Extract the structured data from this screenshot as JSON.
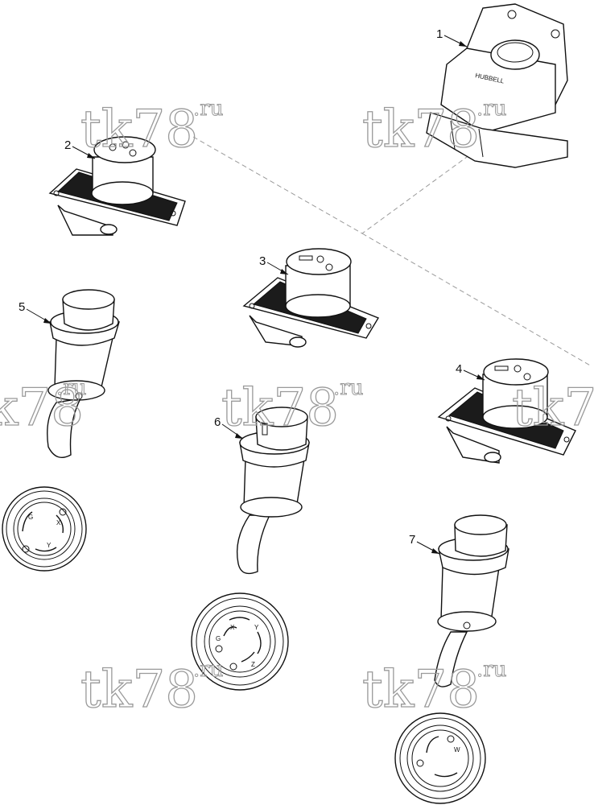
{
  "diagram": {
    "callouts": [
      "1",
      "2",
      "3",
      "4",
      "5",
      "6",
      "7"
    ],
    "watermark": {
      "main": "tk78",
      "sup": ".ru"
    },
    "brand_mark": "HUBBELL",
    "pin_labels": {
      "face_5": {
        "g": "G",
        "x": "X",
        "y": "Y"
      },
      "face_6": {
        "g": "G",
        "x": "X",
        "y": "Y",
        "z": "Z"
      },
      "face_7": {
        "w": "W"
      }
    }
  }
}
